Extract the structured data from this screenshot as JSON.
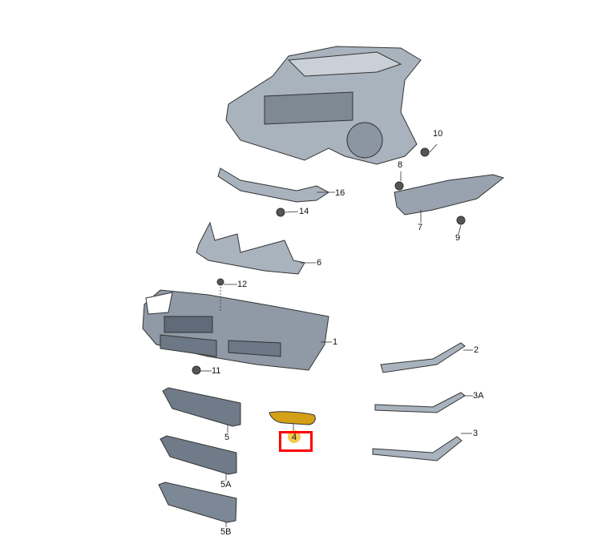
{
  "diagram": {
    "parts": [
      {
        "id": "p10",
        "label": "10"
      },
      {
        "id": "p8",
        "label": "8"
      },
      {
        "id": "p16",
        "label": "16"
      },
      {
        "id": "p14",
        "label": "14"
      },
      {
        "id": "p7",
        "label": "7"
      },
      {
        "id": "p9",
        "label": "9"
      },
      {
        "id": "p6",
        "label": "6"
      },
      {
        "id": "p12",
        "label": "12"
      },
      {
        "id": "p1",
        "label": "1"
      },
      {
        "id": "p2",
        "label": "2"
      },
      {
        "id": "p11",
        "label": "11"
      },
      {
        "id": "p3A",
        "label": "3A"
      },
      {
        "id": "p5",
        "label": "5"
      },
      {
        "id": "p4",
        "label": "4"
      },
      {
        "id": "p3",
        "label": "3"
      },
      {
        "id": "p5A",
        "label": "5A"
      },
      {
        "id": "p5B",
        "label": "5B"
      }
    ],
    "highlighted_part": "4",
    "colors": {
      "part": "#9aa5b1",
      "part_dark": "#5f6b78",
      "highlight": "#ff0000",
      "selected_part": "#d4a017"
    }
  }
}
